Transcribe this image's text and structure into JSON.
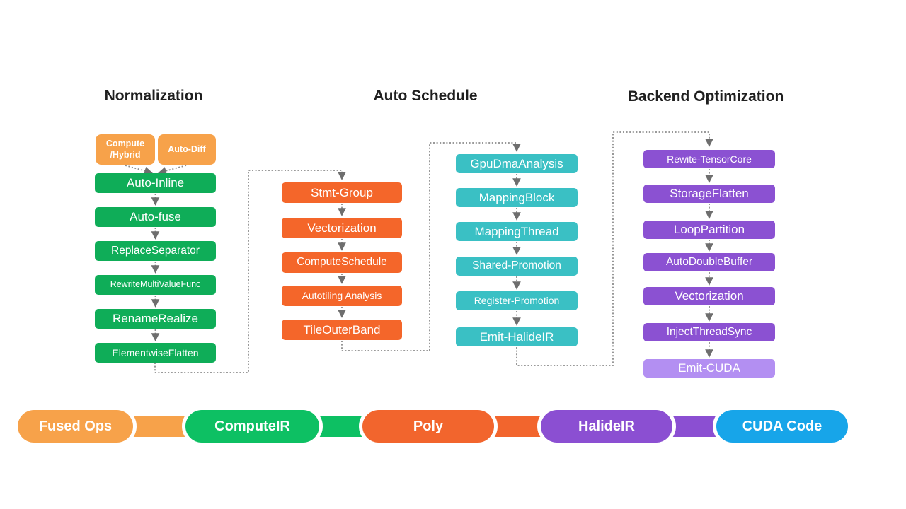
{
  "groups": [
    {
      "title": "Normalization"
    },
    {
      "title": "Auto Schedule"
    },
    {
      "title": "Backend Optimization"
    }
  ],
  "source_boxes": [
    {
      "label": "Compute\n/Hybrid"
    },
    {
      "label": "Auto-Diff"
    }
  ],
  "columns": [
    {
      "name": "normalization-passes",
      "color_key": "normalization_green",
      "boxes": [
        {
          "label": "Auto-Inline"
        },
        {
          "label": "Auto-fuse"
        },
        {
          "label": "ReplaceSeparator"
        },
        {
          "label": "RewriteMultiValueFunc"
        },
        {
          "label": "RenameRealize"
        },
        {
          "label": "ElementwiseFlatten"
        }
      ]
    },
    {
      "name": "auto-schedule-poly-passes",
      "color_key": "schedule_orange",
      "boxes": [
        {
          "label": "Stmt-Group"
        },
        {
          "label": "Vectorization"
        },
        {
          "label": "ComputeSchedule"
        },
        {
          "label": "Autotiling Analysis"
        },
        {
          "label": "TileOuterBand"
        }
      ]
    },
    {
      "name": "auto-schedule-gpu-passes",
      "color_key": "schedule_teal",
      "boxes": [
        {
          "label": "GpuDmaAnalysis"
        },
        {
          "label": "MappingBlock"
        },
        {
          "label": "MappingThread"
        },
        {
          "label": "Shared-Promotion"
        },
        {
          "label": "Register-Promotion"
        },
        {
          "label": "Emit-HalideIR"
        }
      ]
    },
    {
      "name": "backend-passes",
      "color_key": "backend_purple",
      "boxes": [
        {
          "label": "Rewite-TensorCore"
        },
        {
          "label": "StorageFlatten"
        },
        {
          "label": "LoopPartition"
        },
        {
          "label": "AutoDoubleBuffer"
        },
        {
          "label": "Vectorization"
        },
        {
          "label": "InjectThreadSync"
        },
        {
          "label": "Emit-CUDA",
          "variant": "light"
        }
      ]
    }
  ],
  "pipeline": [
    {
      "label": "Fused Ops",
      "color": "#F7A24A"
    },
    {
      "label": "ComputeIR",
      "color": "#0DC063"
    },
    {
      "label": "Poly",
      "color": "#F2652D"
    },
    {
      "label": "HalideIR",
      "color": "#8B4FD2"
    },
    {
      "label": "CUDA Code",
      "color": "#17A5E9"
    }
  ],
  "colors": {
    "source_orange": "#F7A24A",
    "normalization_green": "#0FAD58",
    "schedule_orange": "#F4662A",
    "schedule_teal": "#3AC0C4",
    "backend_purple": "#8B51D2",
    "backend_purple_light": "#B38FF2",
    "connector_line": "#8C8C8C",
    "connector_arrow": "#6E6E6E",
    "title_text": "#1F1F1F"
  }
}
